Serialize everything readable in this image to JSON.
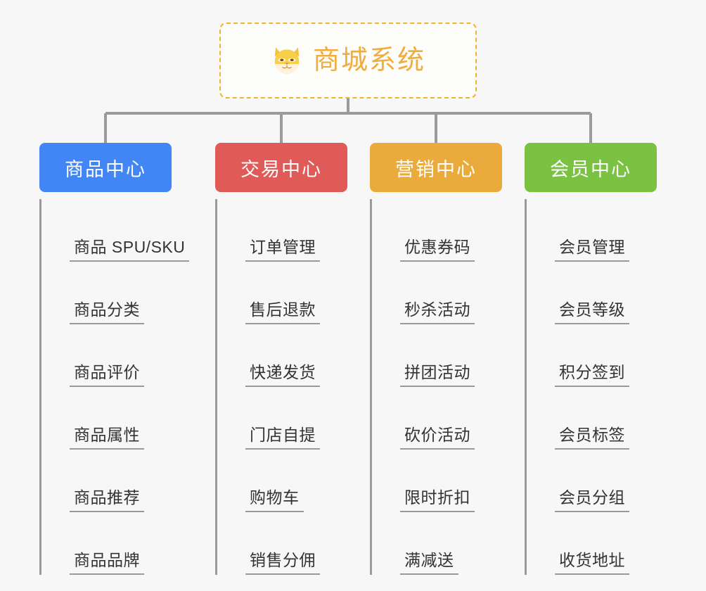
{
  "root": {
    "title": "商城系统",
    "icon": "shiba-dog-icon",
    "border_color": "#f0b429",
    "text_color": "#f0ad3e"
  },
  "canvas": {
    "background": "#f7f7f7",
    "connector_color": "#9a9a9a"
  },
  "branches": [
    {
      "label": "商品中心",
      "color": "#4285f4",
      "items": [
        {
          "label": "商品 SPU/SKU"
        },
        {
          "label": "商品分类"
        },
        {
          "label": "商品评价"
        },
        {
          "label": "商品属性"
        },
        {
          "label": "商品推荐"
        },
        {
          "label": "商品品牌"
        }
      ]
    },
    {
      "label": "交易中心",
      "color": "#e05a58",
      "items": [
        {
          "label": "订单管理"
        },
        {
          "label": "售后退款"
        },
        {
          "label": "快递发货"
        },
        {
          "label": "门店自提"
        },
        {
          "label": "购物车"
        },
        {
          "label": "销售分佣"
        }
      ]
    },
    {
      "label": "营销中心",
      "color": "#ebaa3c",
      "items": [
        {
          "label": "优惠券码"
        },
        {
          "label": "秒杀活动"
        },
        {
          "label": "拼团活动"
        },
        {
          "label": "砍价活动"
        },
        {
          "label": "限时折扣"
        },
        {
          "label": "满减送"
        }
      ]
    },
    {
      "label": "会员中心",
      "color": "#7cc242",
      "items": [
        {
          "label": "会员管理"
        },
        {
          "label": "会员等级"
        },
        {
          "label": "积分签到"
        },
        {
          "label": "会员标签"
        },
        {
          "label": "会员分组"
        },
        {
          "label": "收货地址"
        }
      ]
    }
  ]
}
